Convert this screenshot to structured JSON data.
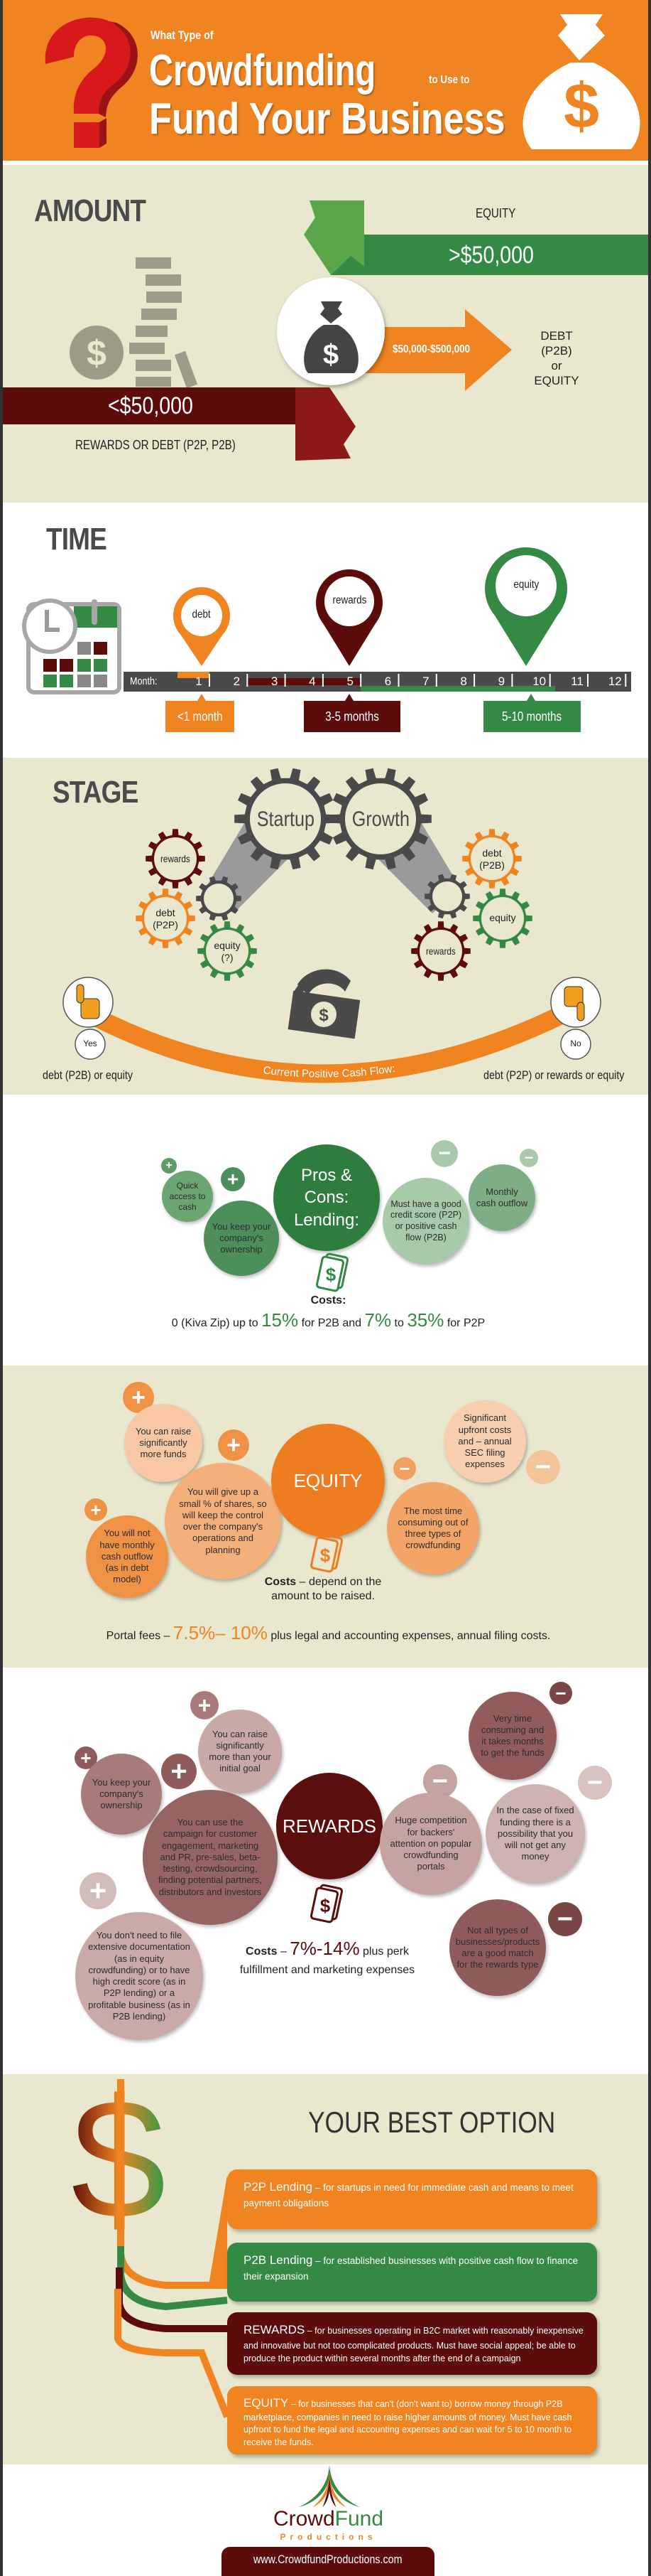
{
  "header": {
    "pre_title": "What Type of",
    "title_1": "Crowdfunding",
    "mid_title": "to Use to",
    "title_2": "Fund Your Business"
  },
  "colors": {
    "orange": "#ef8421",
    "green": "#348a45",
    "dark_red": "#5c0f0c",
    "beige": "#e9e8cf",
    "gray": "#4a4a4a"
  },
  "amount": {
    "title": "AMOUNT",
    "high_label": "EQUITY",
    "high_value": ">$50,000",
    "mid_value": "$50,000-$500,000",
    "mid_label": [
      "DEBT (P2B)",
      "or",
      "EQUITY"
    ],
    "low_value": "<$50,000",
    "low_label": "REWARDS OR DEBT (P2P, P2B)"
  },
  "time": {
    "title": "TIME",
    "month_label": "Month:",
    "months": [
      "1",
      "2",
      "3",
      "4",
      "5",
      "6",
      "7",
      "8",
      "9",
      "10",
      "11",
      "12"
    ],
    "pins": [
      {
        "label": "debt",
        "duration": "<1 month"
      },
      {
        "label": "rewards",
        "duration": "3-5 months"
      },
      {
        "label": "equity",
        "duration": "5-10 months"
      }
    ]
  },
  "stage": {
    "title": "STAGE",
    "startup": "Startup",
    "growth": "Growth",
    "startup_options": [
      "rewards",
      "debt (P2P)",
      "equity (?)"
    ],
    "growth_options": [
      "debt (P2B)",
      "equity",
      "rewards"
    ],
    "cash_flow": "Current Positive Cash Flow:",
    "yes": "Yes",
    "no": "No",
    "yes_result": "debt (P2B) or  equity",
    "no_result": "debt (P2P) or rewards or equity"
  },
  "lending": {
    "title_1": "Pros & Cons:",
    "title_2": "Lending:",
    "pros": [
      "Quick access to cash",
      "You keep your company's ownership"
    ],
    "cons": [
      "Must have a good credit score (P2P) or positive cash flow (P2B)",
      "Monthly cash outflow"
    ],
    "costs_label": "Costs:",
    "costs": [
      "0 (Kiva Zip) up to ",
      "15%",
      " for P2B and ",
      "7%",
      " to ",
      "35%",
      " for P2P"
    ]
  },
  "equity": {
    "title": "EQUITY",
    "pros": [
      "You can raise significantly more funds",
      "You will give up a small % of shares, so will keep the control over the company's operations and planning",
      "You will not have monthly cash outflow (as in debt model)"
    ],
    "cons": [
      "The most time consuming out of three types of crowdfunding",
      "Significant upfront costs and – annual SEC filing expenses"
    ],
    "costs_label": "Costs",
    "costs_text": " – depend on the amount to be raised.",
    "portal": [
      "Portal fees – ",
      "7.5%– 10%",
      " plus legal and accounting expenses, annual filing costs."
    ]
  },
  "rewards": {
    "title": "REWARDS",
    "pros": [
      "You can raise significantly more than your initial goal",
      "You keep your company's ownership",
      "You can use the campaign for customer engagement, marketing and PR, pre-sales, beta-testing, crowdsourcing, finding potential partners, distributors and investors",
      "You don't need to file extensive documentation (as in equity crowdfunding) or to have high credit score (as in P2P lending) or a profitable business (as in P2B lending)"
    ],
    "cons": [
      "Huge competition for backers' attention on popular crowdfunding portals",
      "Very time consuming and it takes months to get the funds",
      "In the case of fixed funding there is a possibility that you will not get any money",
      "Not all types of businesses/products are a good match for the rewards type"
    ],
    "costs_label": "Costs",
    "costs": [
      " – ",
      "7%-14%",
      " plus perk fulfillment and marketing expenses"
    ]
  },
  "best": {
    "title": "YOUR BEST OPTION",
    "options": [
      {
        "name": "P2P Lending",
        "desc": " – for startups in need for immediate cash and means to meet payment obligations"
      },
      {
        "name": "P2B Lending",
        "desc": " – for established businesses with positive cash flow to finance their expansion"
      },
      {
        "name": "REWARDS",
        "desc": " – for businesses operating in B2C market with reasonably inexpensive and innovative but not too complicated products. Must have social appeal; be able to produce the product within several months after the end of a campaign"
      },
      {
        "name": "EQUITY",
        "desc": " – for businesses that can't (don't want to) borrow money through P2B marketplace, companies in need to raise higher amounts of money. Must have cash upfront to fund the legal and accounting expenses and can wait for 5 to 10 month to receive the funds."
      }
    ]
  },
  "footer": {
    "logo_1": "Crowd",
    "logo_2": "Fund",
    "logo_3": "Productions",
    "url": "www.CrowdfundProductions.com"
  }
}
